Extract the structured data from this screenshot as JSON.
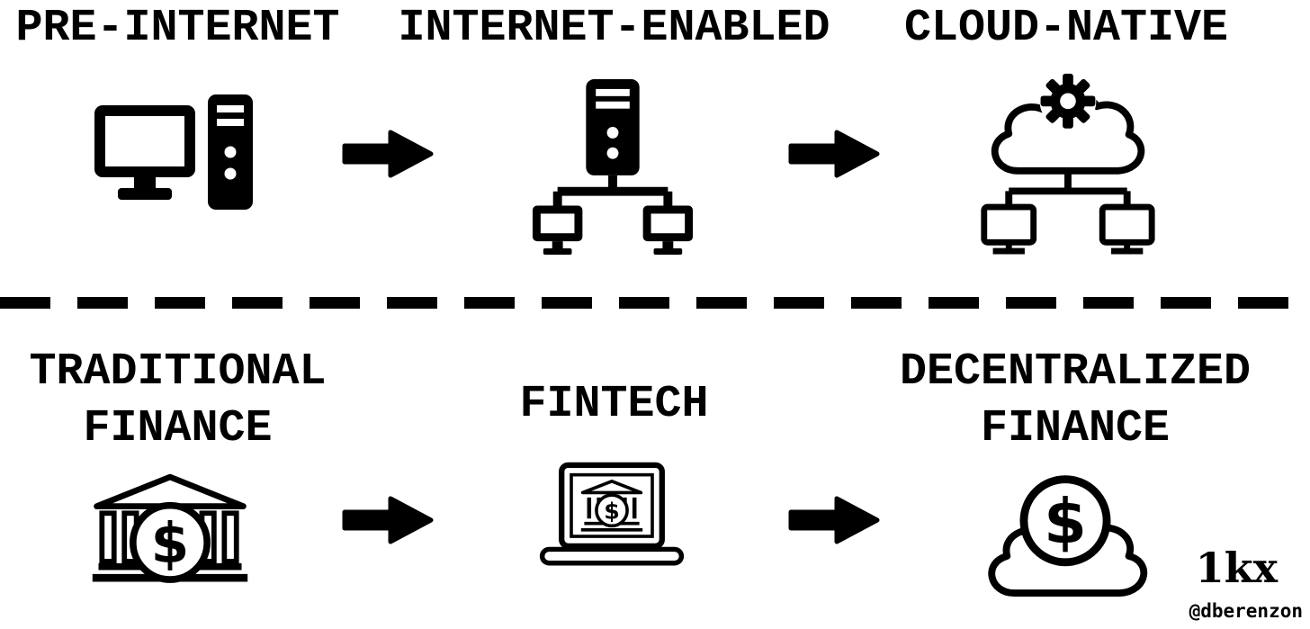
{
  "canvas": {
    "background": "#ffffff",
    "foreground": "#000000"
  },
  "top_row": {
    "stages": [
      {
        "label": "PRE-INTERNET",
        "icon": "desktop-computer-icon"
      },
      {
        "label": "INTERNET-ENABLED",
        "icon": "server-network-icon"
      },
      {
        "label": "CLOUD-NATIVE",
        "icon": "cloud-gear-network-icon"
      }
    ],
    "arrow_icon": "right-arrow-icon"
  },
  "divider": {
    "style": "dashed-line"
  },
  "bottom_row": {
    "stages": [
      {
        "label_lines": [
          "TRADITIONAL",
          "FINANCE"
        ],
        "icon": "bank-dollar-icon"
      },
      {
        "label_lines": [
          "FINTECH"
        ],
        "icon": "laptop-bank-icon"
      },
      {
        "label_lines": [
          "DECENTRALIZED",
          "FINANCE"
        ],
        "icon": "cloud-dollar-icon"
      }
    ],
    "arrow_icon": "right-arrow-icon"
  },
  "glyphs": {
    "dollar": "$"
  },
  "branding": {
    "logo_text": "1kx",
    "attribution": "@dberenzon"
  }
}
